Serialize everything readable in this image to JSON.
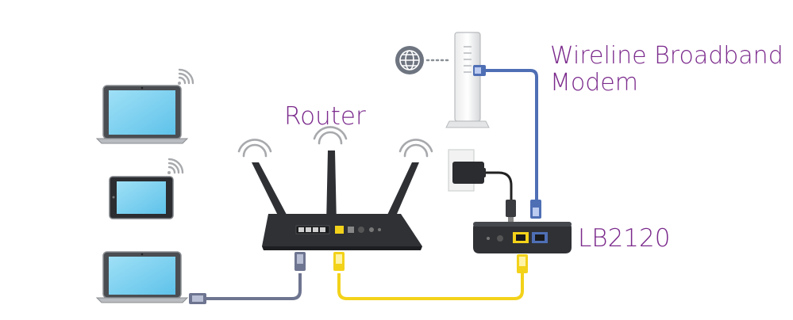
{
  "labels": {
    "router": "Router",
    "modem_line1": "Wireline Broadband",
    "modem_line2": "Modem",
    "lb2120": "LB2120"
  },
  "colors": {
    "label": "#7b2a8c",
    "ethernet_yellow": "#f3d21a",
    "ethernet_blue": "#4f6fb5",
    "ethernet_slate": "#6e7590",
    "device_dark": "#2f3135",
    "screen_blue": "#7fd0ef",
    "wifi_gray": "#a7a9ac"
  },
  "icons": [
    "wifi-icon",
    "globe-icon",
    "laptop-icon",
    "tablet-icon",
    "ethernet-plug-icon",
    "power-adapter-icon"
  ]
}
